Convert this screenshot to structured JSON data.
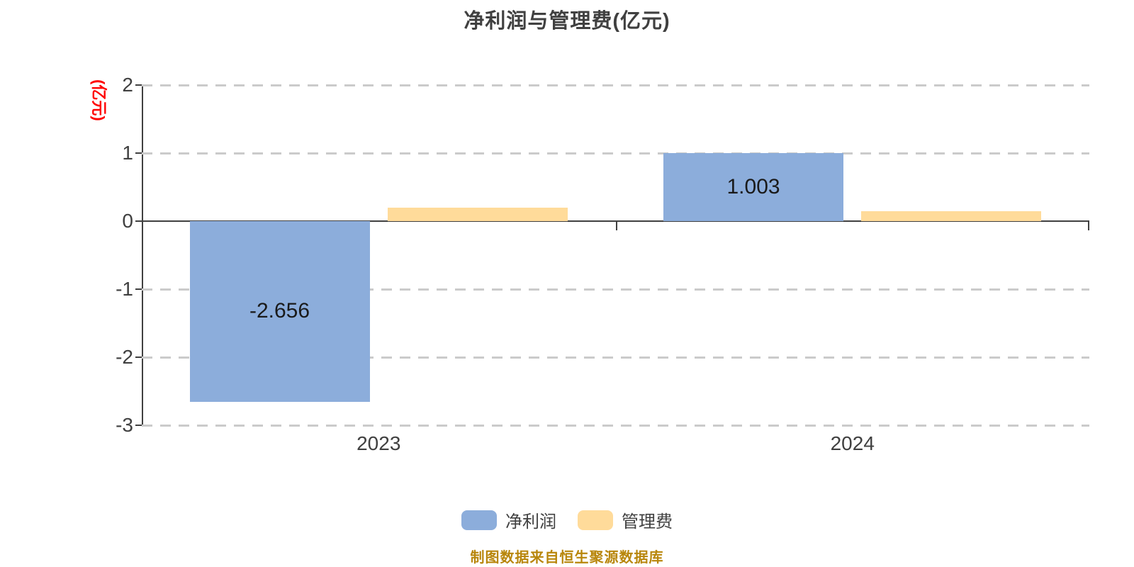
{
  "title": "净利润与管理费(亿元)",
  "y_axis_name": "(亿元)",
  "footer": "制图数据来自恒生聚源数据库",
  "colors": {
    "net_profit_blue": "#8caddb",
    "management_fee_yellow": "#ffdb9a",
    "axis": "#404040",
    "grid": "#cbcbcb",
    "y_axis_name_red": "#ff0000",
    "footer_gold": "#b8860b",
    "text": "#404040"
  },
  "legend": {
    "items": [
      {
        "label": "净利润",
        "color": "#8caddb"
      },
      {
        "label": "管理费",
        "color": "#ffdb9a"
      }
    ]
  },
  "chart_data": {
    "type": "bar",
    "title": "净利润与管理费(亿元)",
    "ylabel": "(亿元)",
    "categories": [
      "2023",
      "2024"
    ],
    "series": [
      {
        "name": "净利润",
        "color": "#8caddb",
        "values": [
          -2.656,
          1.003
        ],
        "labels": [
          "-2.656",
          "1.003"
        ],
        "show_labels": true
      },
      {
        "name": "管理费",
        "color": "#ffdb9a",
        "values": [
          0.2,
          0.15
        ],
        "labels": [
          null,
          null
        ],
        "show_labels": false
      }
    ],
    "ylim": [
      -3,
      2
    ],
    "yticks": [
      2,
      1,
      0,
      -1,
      -2,
      -3
    ],
    "grid": "horizontal-dashed",
    "legend_position": "bottom",
    "xlabel": ""
  }
}
